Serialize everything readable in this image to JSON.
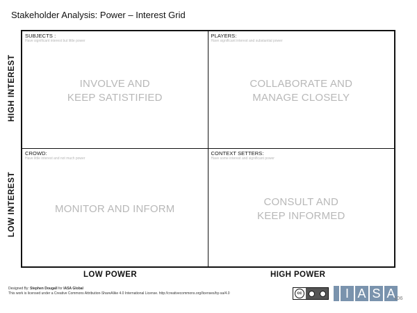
{
  "title": "Stakeholder Analysis:  Power – Interest Grid",
  "axes": {
    "y_high": "HIGH INTEREST",
    "y_low": "LOW INTEREST",
    "x_low": "LOW POWER",
    "x_high": "HIGH POWER"
  },
  "quadrants": {
    "top_left": {
      "label": "SUBJECTS :",
      "sub": "Have significant interest but little power",
      "main_line1": "INVOLVE AND",
      "main_line2": "KEEP SATISTIFIED"
    },
    "top_right": {
      "label": "PLAYERS:",
      "sub": "Have significant interest and substantial power",
      "main_line1": "COLLABORATE AND",
      "main_line2": "MANAGE CLOSELY"
    },
    "bottom_left": {
      "label": "CROWD:",
      "sub": "Have little interest and not much power",
      "main_line1": "MONITOR AND INFORM"
    },
    "bottom_right": {
      "label": "CONTEXT SETTERS:",
      "sub": "Have some interest and significant power",
      "main_line1": "CONSULT AND",
      "main_line2": "KEEP INFORMED"
    }
  },
  "footer": {
    "designed_prefix": "Designed By: ",
    "designer": "Stephen Dougall",
    "designed_mid": " for ",
    "org": "IASA Global",
    "license": "This work is licensed under a Creative Commons Attribution-ShareAlike 4.0 International License.  http://creativecommons.org/licenses/by-sa/4.0",
    "cc_text": "cc",
    "iasa_letters": [
      "I",
      "A",
      "S",
      "A"
    ],
    "page_number": "106"
  }
}
